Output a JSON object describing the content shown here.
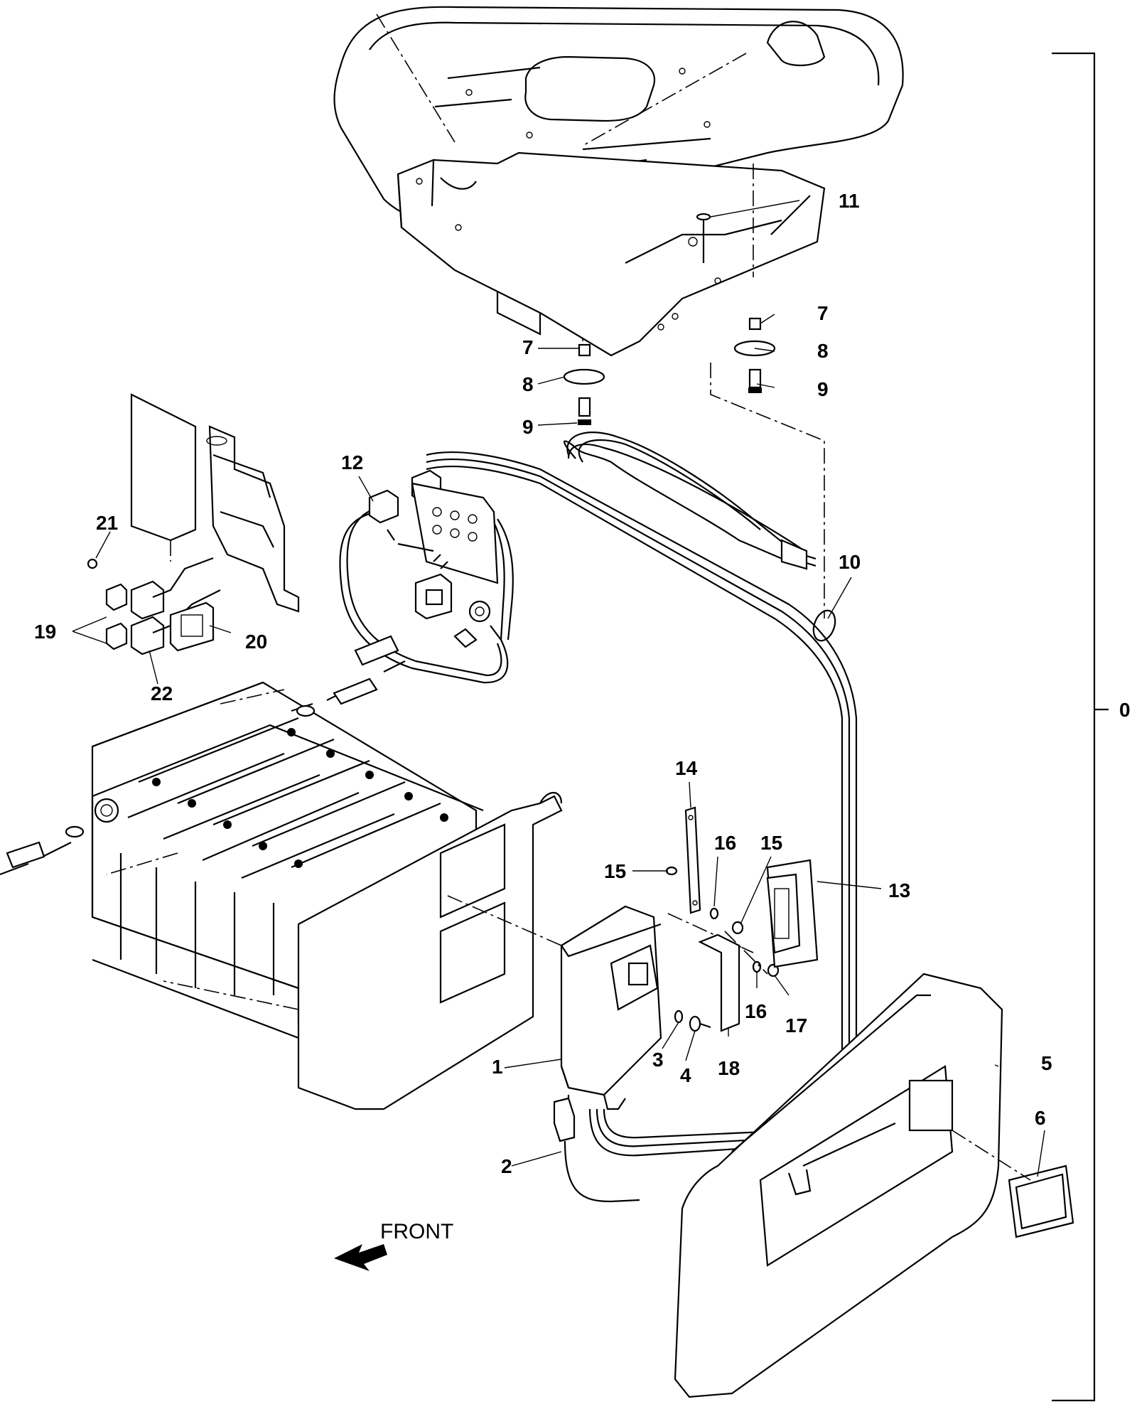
{
  "callouts": [
    "0",
    "1",
    "2",
    "3",
    "4",
    "5",
    "6",
    "7",
    "7",
    "8",
    "8",
    "9",
    "9",
    "10",
    "11",
    "12",
    "13",
    "14",
    "15",
    "15",
    "16",
    "16",
    "17",
    "18",
    "19",
    "20",
    "21",
    "22"
  ],
  "front_label": "FRONT"
}
